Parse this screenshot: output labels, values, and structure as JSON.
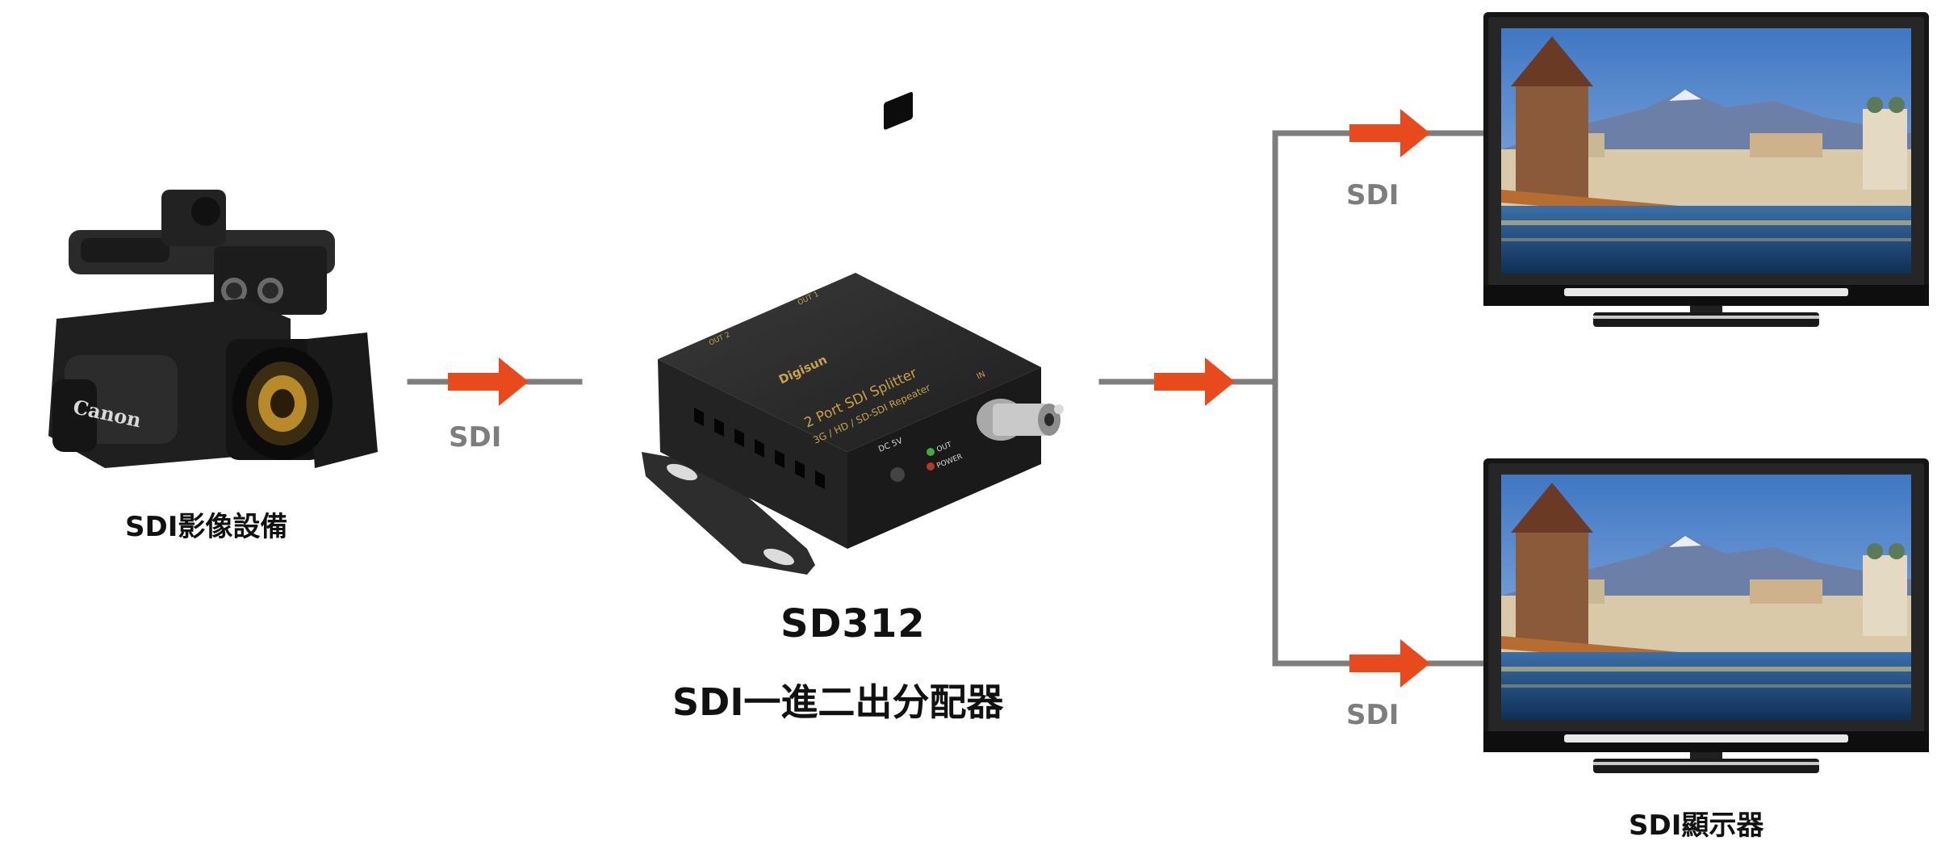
{
  "colors": {
    "line": "#7d7d7d",
    "arrow": "#e8491d",
    "device_body": "#2b2b2b",
    "device_text": "#c8a24a",
    "sky": "#5b8ccf",
    "water": "#1d4f83",
    "text": "#111111"
  },
  "source": {
    "caption": "SDI影像設備",
    "brand": "Canon",
    "icon": "camcorder-icon"
  },
  "links": {
    "input_label": "SDI",
    "output_top_label": "SDI",
    "output_bottom_label": "SDI"
  },
  "splitter": {
    "model": "SD312",
    "description": "SDI一進二出分配器",
    "icon": "splitter-box-icon",
    "top_print": [
      "2 Port SDI Splitter",
      "3G / HD / SD-SDI Repeater"
    ],
    "brand": "Digisun",
    "port_labels": [
      "IN",
      "OUT 1",
      "OUT 2",
      "DC 5V",
      "OUT",
      "POWER"
    ]
  },
  "displays": {
    "caption": "SDI顯示器",
    "icon": "monitor-icon"
  }
}
